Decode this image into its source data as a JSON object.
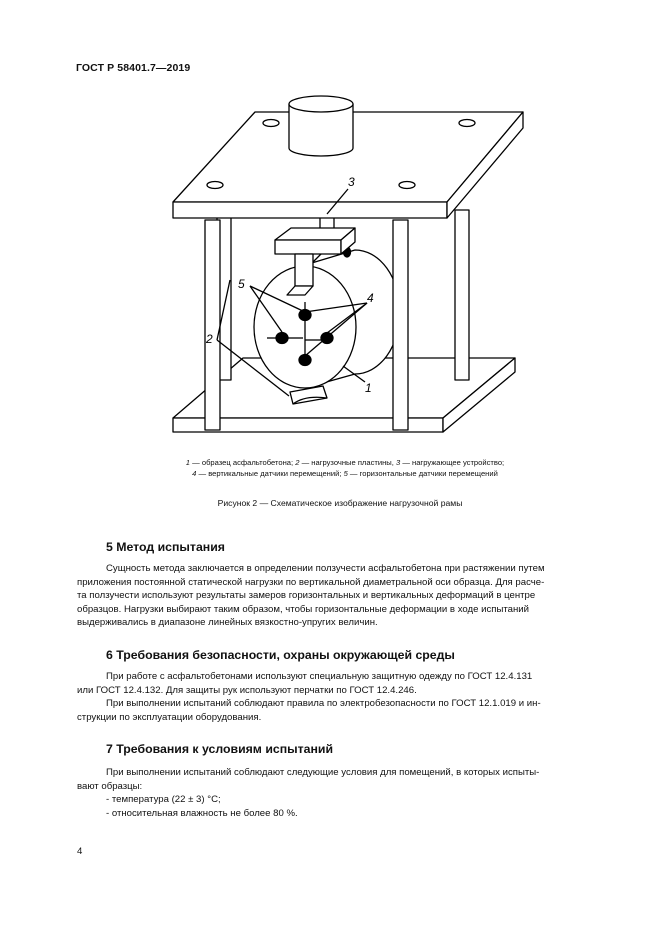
{
  "header": {
    "code": "ГОСТ Р 58401.7—2019"
  },
  "figure": {
    "labels": {
      "n1": "1",
      "n2": "2",
      "n3": "3",
      "n4": "4",
      "n5": "5"
    },
    "legend_line1": [
      {
        "num": "1",
        "text": " — образец асфальтобетона; "
      },
      {
        "num": "2",
        "text": " — нагрузочные пластины, "
      },
      {
        "num": "3",
        "text": " — нагружающее устройство;"
      }
    ],
    "legend_line2": [
      {
        "num": "4",
        "text": " — вертикальные датчики перемещений; "
      },
      {
        "num": "5",
        "text": " — горизонтальные датчики перемещений"
      }
    ],
    "caption": "Рисунок 2 — Схематическое изображение нагрузочной рамы"
  },
  "section5": {
    "title": "5 Метод испытания",
    "lines": [
      "Сущность метода заключается в определении ползучести асфальтобетона при растяжении путем",
      "приложения постоянной статической нагрузки по вертикальной диаметральной оси образца. Для расче-",
      "та ползучести используют результаты замеров горизонтальных и вертикальных деформаций в центре",
      "образцов. Нагрузки выбирают таким образом, чтобы горизонтальные деформации в ходе испытаний",
      "выдерживались в диапазоне линейных вязкостно-упругих величин."
    ]
  },
  "section6": {
    "title": "6 Требования безопасности, охраны окружающей среды",
    "lines": [
      "При работе с асфальтобетонами используют специальную защитную одежду по ГОСТ 12.4.131",
      "или ГОСТ 12.4.132. Для защиты рук используют перчатки по ГОСТ 12.4.246.",
      "При выполнении испытаний соблюдают правила по электробезопасности по ГОСТ 12.1.019 и ин-",
      "струкции по эксплуатации оборудования."
    ]
  },
  "section7": {
    "title": "7 Требования к условиям испытаний",
    "lines": [
      "При выполнении испытаний соблюдают следующие условия для помещений, в которых испыты-",
      "вают образцы:"
    ],
    "items": [
      "- температура (22 ± 3) °С;",
      "- относительная влажность не более 80 %."
    ]
  },
  "footer": {
    "page_number": "4"
  }
}
